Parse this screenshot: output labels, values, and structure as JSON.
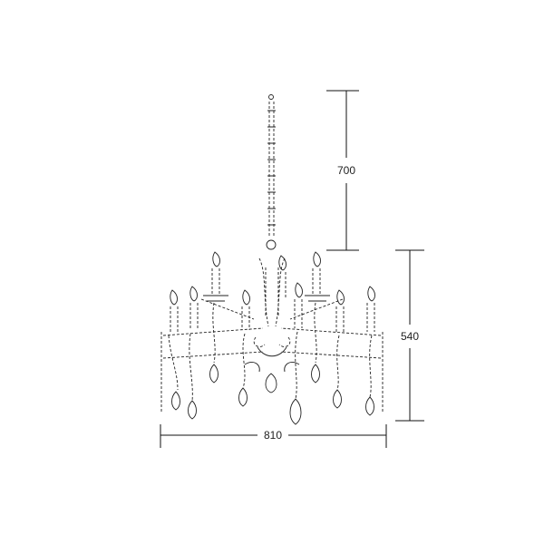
{
  "dimensions": {
    "chain_height": "700",
    "body_height": "540",
    "width": "810"
  },
  "colors": {
    "line": "#111111",
    "background": "#ffffff"
  }
}
